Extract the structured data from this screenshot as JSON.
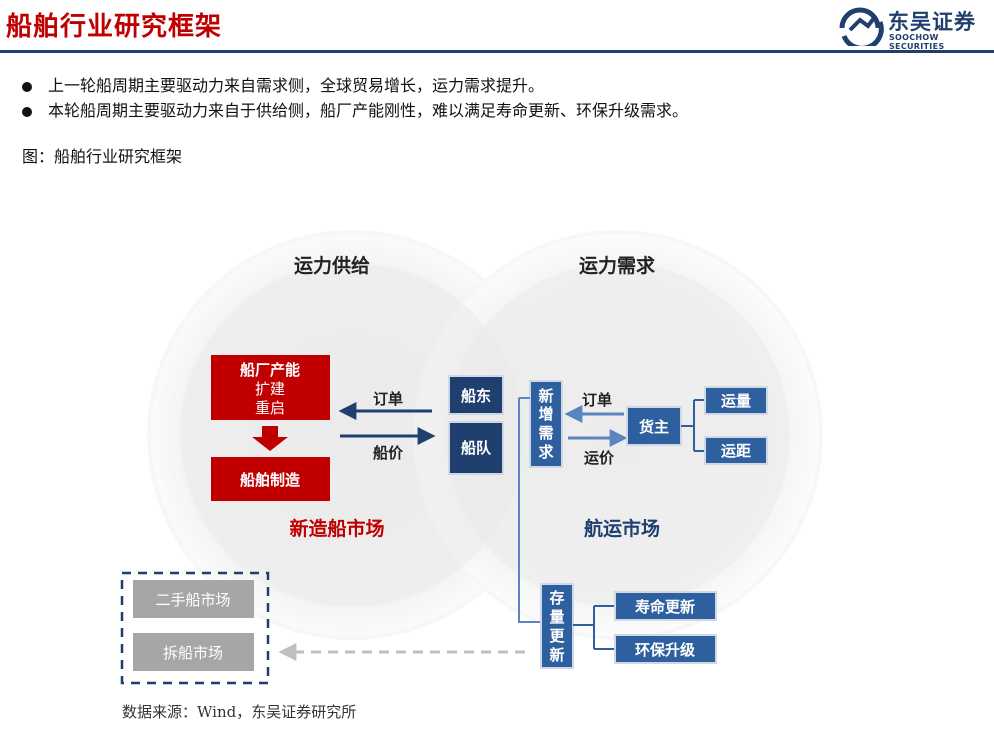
{
  "header": {
    "title": "船舶行业研究框架",
    "logo_name": "东吴证券",
    "logo_sub": "SOOCHOW SECURITIES"
  },
  "bullets": [
    "上一轮船周期主要驱动力来自需求侧，全球贸易增长，运力需求提升。",
    "本轮船周期主要驱动力来自于供给侧，船厂产能刚性，难以满足寿命更新、环保升级需求。"
  ],
  "figure": {
    "caption": "图：船舶行业研究框架",
    "supply_title": "运力供给",
    "demand_title": "运力需求",
    "shipyard_capacity": "船厂产能",
    "expand": "扩建",
    "restart": "重启",
    "shipbuilding": "船舶制造",
    "order_left": "订单",
    "price_left": "船价",
    "shipowner": "船东",
    "fleet": "船队",
    "new_demand": [
      "新",
      "增",
      "需",
      "求"
    ],
    "order_right": "订单",
    "freight_right": "运价",
    "cargo_owner": "货主",
    "volume": "运量",
    "distance": "运距",
    "newbuild_market": "新造船市场",
    "shipping_market": "航运市场",
    "stock_renewal": [
      "存",
      "量",
      "更",
      "新"
    ],
    "life_renewal": "寿命更新",
    "eco_upgrade": "环保升级",
    "second_hand_market": "二手船市场",
    "demolition_market": "拆船市场"
  },
  "source": "数据来源：Wind，东吴证券研究所",
  "colors": {
    "brand_red": "#c00000",
    "navy": "#1f3f6e",
    "box_blue": "#2e5f9e",
    "light_blue": "#5b85c0",
    "gray_box": "#a6a6a6"
  }
}
